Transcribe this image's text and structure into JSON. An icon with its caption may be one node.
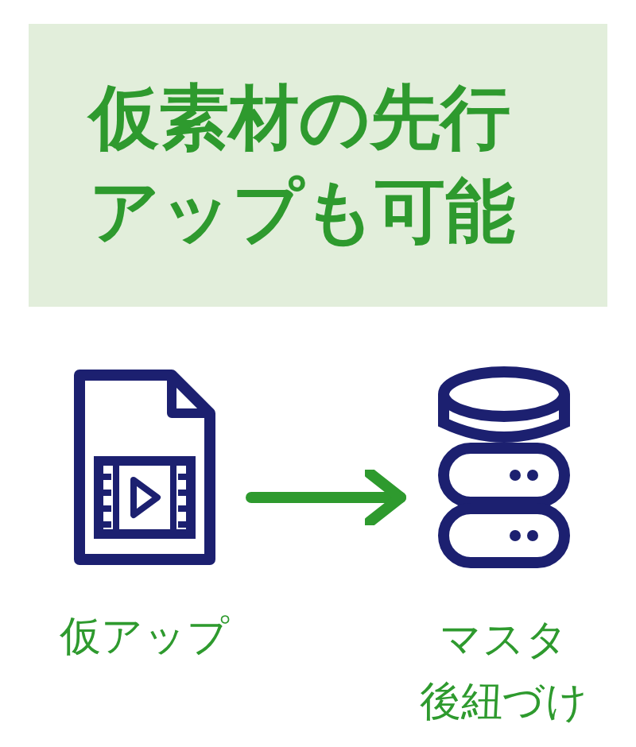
{
  "diagram": {
    "title": "仮素材の先行アップも可能",
    "nodes": [
      {
        "text": [
          "仮アップ"
        ]
      },
      {
        "text": [
          "マスタ",
          "後紐づけ"
        ]
      }
    ],
    "edges": [
      {
        "from": 0,
        "to": 1,
        "arrow": "to"
      }
    ]
  }
}
